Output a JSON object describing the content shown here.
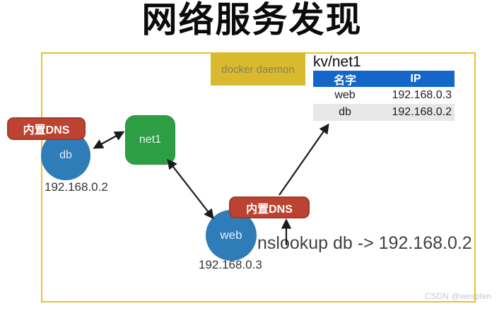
{
  "title": "网络服务发现",
  "diagram": {
    "docker_daemon_label": "docker daemon",
    "kv_title": "kv/net1",
    "table": {
      "headers": [
        "名字",
        "IP"
      ],
      "rows": [
        [
          "web",
          "192.168.0.3"
        ],
        [
          "db",
          "192.168.0.2"
        ]
      ]
    },
    "dns_labels": [
      "内置DNS",
      "内置DNS"
    ],
    "nodes": {
      "db": {
        "label": "db",
        "ip": "192.168.0.2"
      },
      "web": {
        "label": "web",
        "ip": "192.168.0.3"
      },
      "net1": {
        "label": "net1"
      }
    },
    "nslookup_text": "nslookup db -> 192.168.0.2"
  },
  "watermark": "CSDN @wespten",
  "colors": {
    "outer_border_yellow": "#E6C22E",
    "docker_gold": "#D9B92E",
    "table_header_blue": "#1467C8",
    "table_row_gray": "#E7E7E7",
    "dns_red": "#BC4331",
    "node_blue": "#2E7CB8",
    "net_green": "#2E9E44"
  }
}
